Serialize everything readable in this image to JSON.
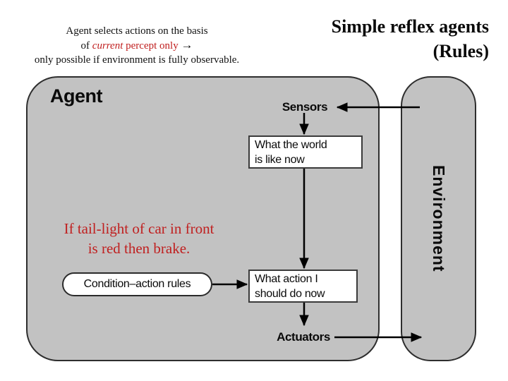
{
  "intro": {
    "line1": "Agent selects actions on the basis",
    "line2_prefix": "of ",
    "line2_current": "current",
    "line2_rest": " percept only ",
    "line2_arrow": "→",
    "line3": "only possible if environment is fully observable."
  },
  "title": {
    "line1": "Simple reflex agents",
    "line2": "(Rules)"
  },
  "diagram": {
    "agent_label": "Agent",
    "environment_label": "Environment",
    "sensors_label": "Sensors",
    "actuators_label": "Actuators",
    "world_box_line1": "What the world",
    "world_box_line2": "is like now",
    "action_box_line1": "What action I",
    "action_box_line2": "should do now",
    "rules_label": "Condition–action rules",
    "rule_example_line1": "If tail-light of car in front",
    "rule_example_line2": "is red then brake."
  },
  "colors": {
    "container_fill": "#c2c2c2",
    "accent_red": "#c02020",
    "line_black": "#000000",
    "state_box_fill": "#ffffff"
  }
}
